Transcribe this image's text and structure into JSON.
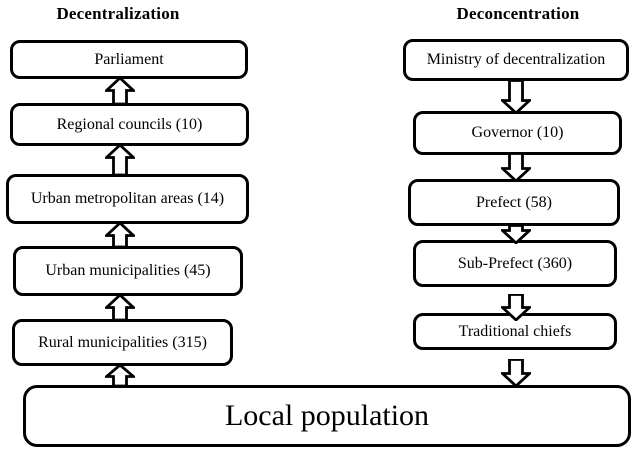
{
  "diagram": {
    "left": {
      "heading": "Decentralization",
      "flow_direction": "up",
      "boxes": [
        "Parliament",
        "Regional councils (10)",
        "Urban metropolitan areas (14)",
        "Urban municipalities (45)",
        "Rural municipalities (315)"
      ]
    },
    "right": {
      "heading": "Deconcentration",
      "flow_direction": "down",
      "boxes": [
        "Ministry of decentralization",
        "Governor (10)",
        "Prefect (58)",
        "Sub-Prefect (360)",
        "Traditional chiefs"
      ]
    },
    "bottom": {
      "label": "Local population"
    },
    "colors": {
      "line": "#000000",
      "background": "#ffffff",
      "text": "#000000"
    }
  }
}
